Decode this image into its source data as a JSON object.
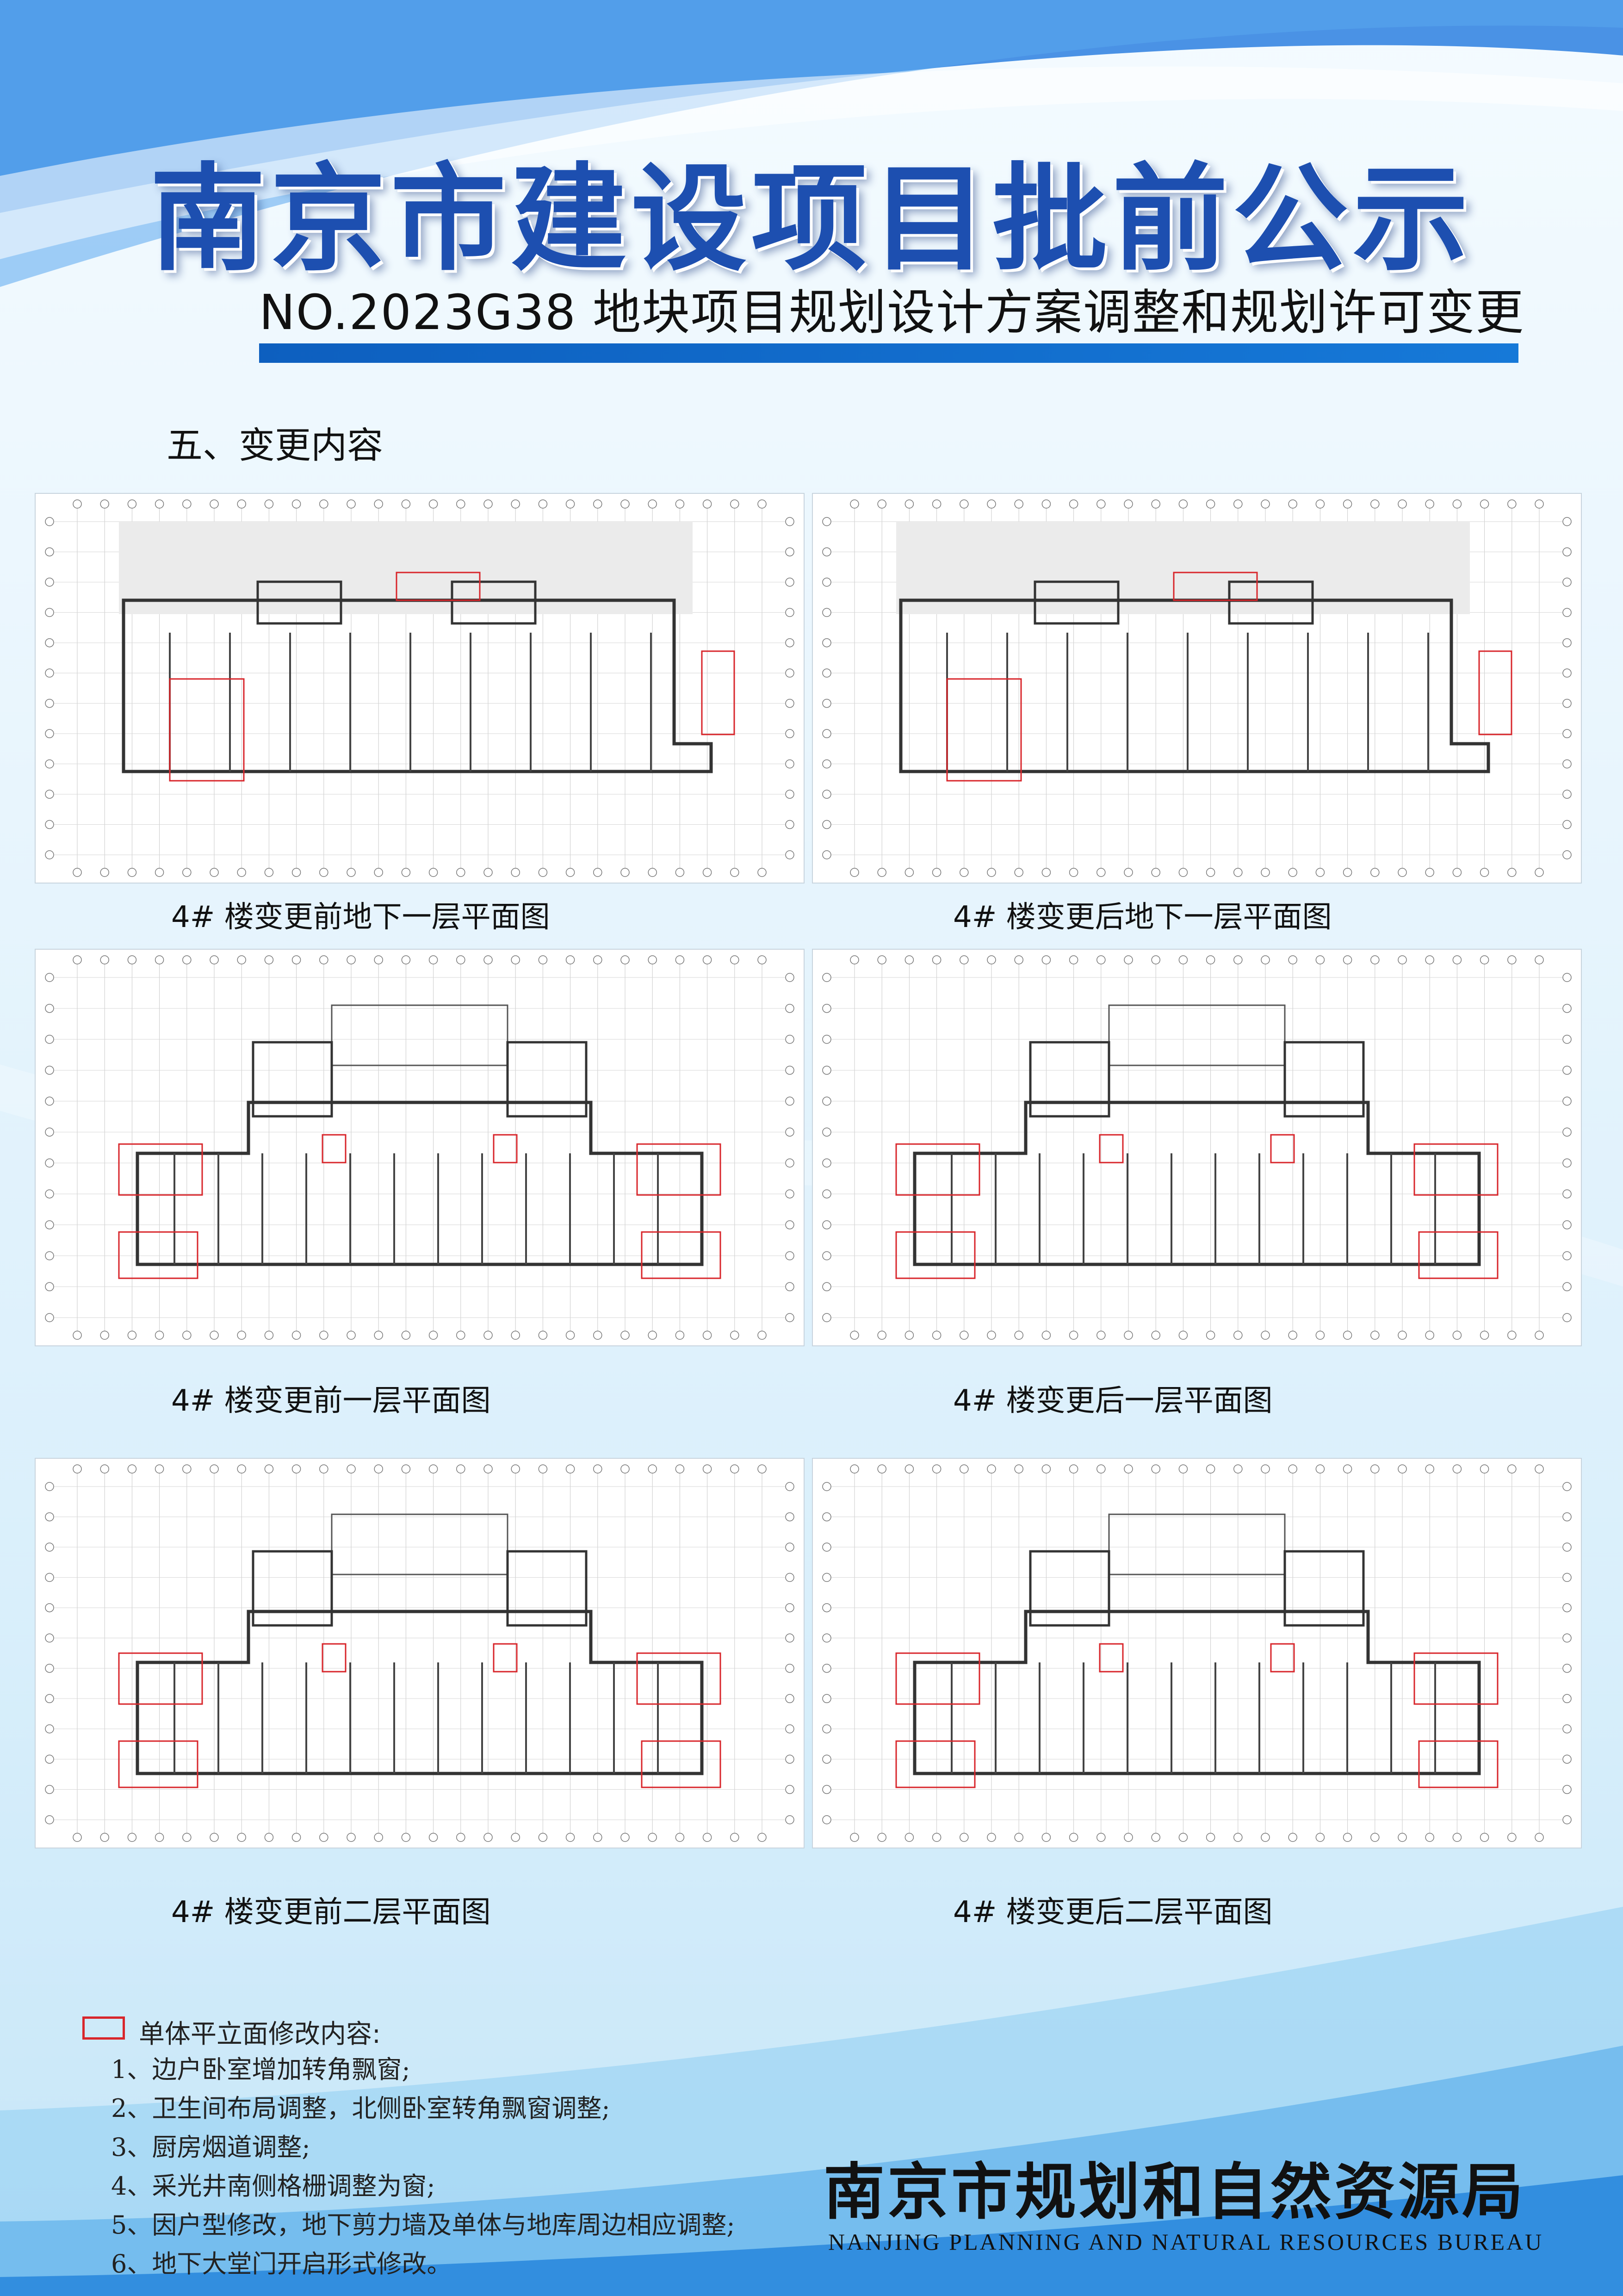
{
  "header": {
    "title": "南京市建设项目批前公示",
    "subtitle": "NO.2023G38 地块项目规划设计方案调整和规划许可变更"
  },
  "section_heading": "五、变更内容",
  "panels": [
    {
      "caption": "4# 楼变更前地下一层平面图",
      "kind": "basement"
    },
    {
      "caption": "4# 楼变更后地下一层平面图",
      "kind": "basement"
    },
    {
      "caption": "4# 楼变更前一层平面图",
      "kind": "floor"
    },
    {
      "caption": "4# 楼变更后一层平面图",
      "kind": "floor"
    },
    {
      "caption": "4# 楼变更前二层平面图",
      "kind": "floor"
    },
    {
      "caption": "4# 楼变更后二层平面图",
      "kind": "floor"
    }
  ],
  "legend": {
    "title": "单体平立面修改内容:",
    "marker_color": "#d8262b",
    "items": [
      "1、边户卧室增加转角飘窗;",
      "2、卫生间布局调整，北侧卧室转角飘窗调整;",
      "3、厨房烟道调整;",
      "4、采光井南侧格栅调整为窗;",
      "5、因户型修改，地下剪力墙及单体与地库周边相应调整;",
      "6、地下大堂门开启形式修改。"
    ]
  },
  "footer": {
    "agency_cn": "南京市规划和自然资源局",
    "agency_en": "NANJING PLANNING AND NATURAL RESOURCES BUREAU"
  },
  "colors": {
    "title_blue": "#1d4fb0",
    "bar_blue": "#1679d8",
    "highlight_red": "#d8262b"
  }
}
